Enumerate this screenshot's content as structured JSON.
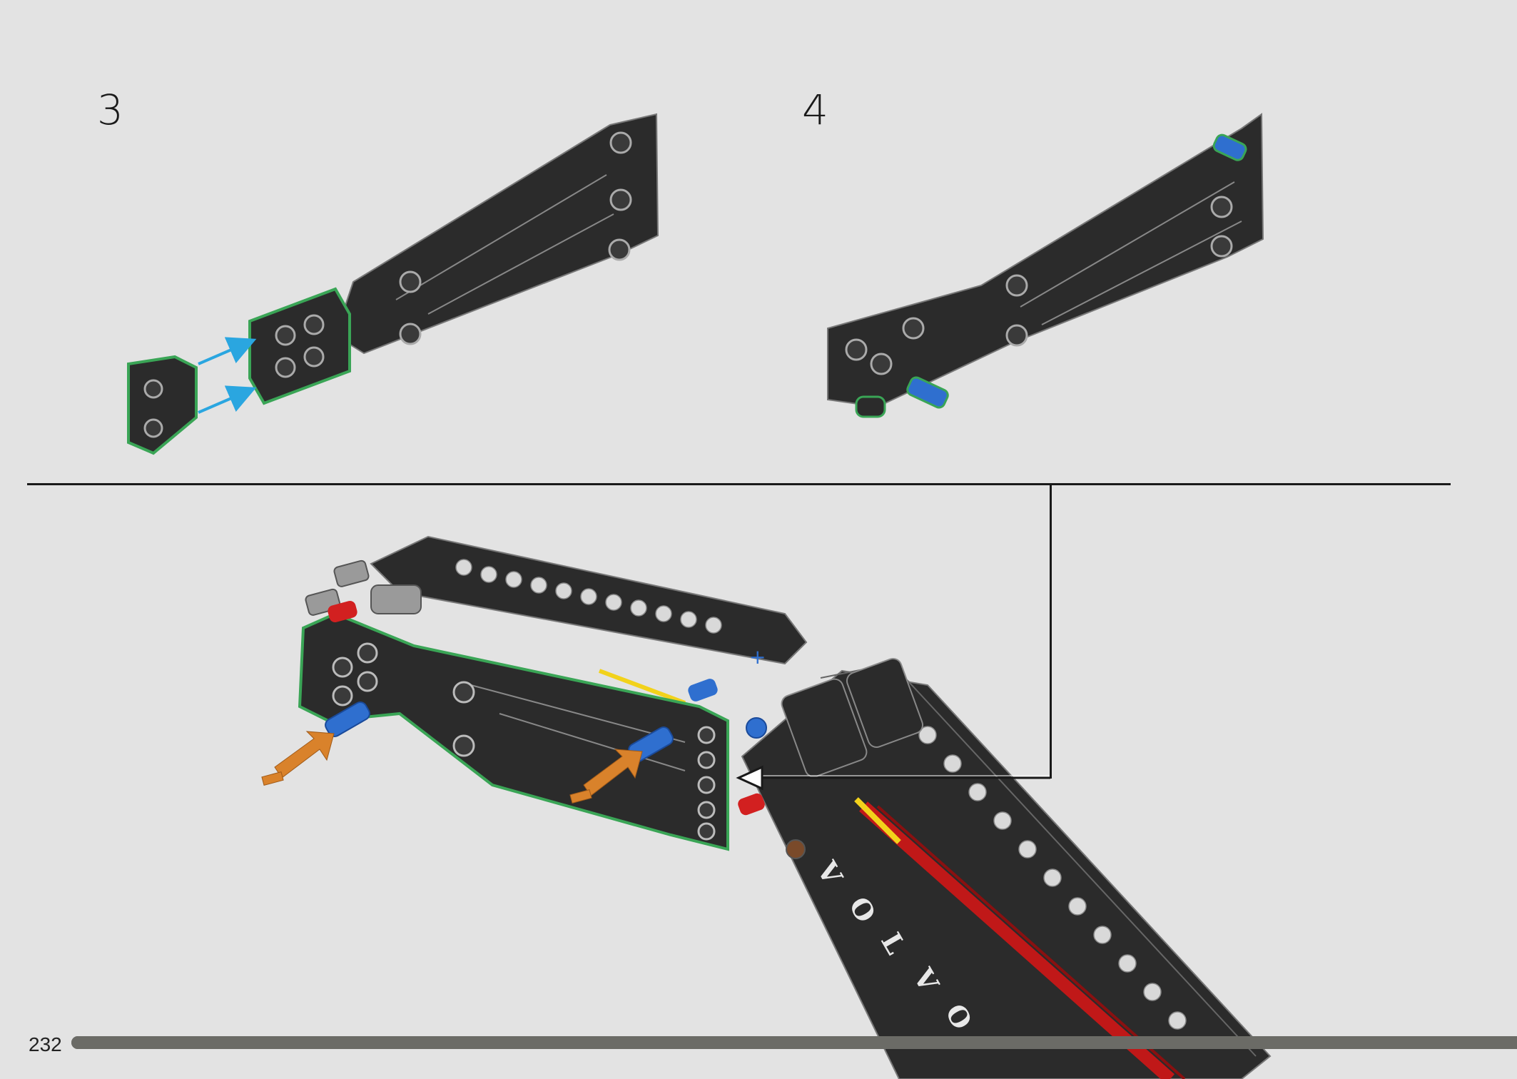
{
  "steps": [
    {
      "number": "3"
    },
    {
      "number": "4"
    }
  ],
  "footer": {
    "page_number": "232",
    "progress": 1.0
  },
  "decal": {
    "letters": [
      "V",
      "O",
      "L",
      "V",
      "O"
    ]
  },
  "colors": {
    "background": "#e3e3e3",
    "beam_black": "#2b2b2b",
    "highlight_green": "#3aa556",
    "arrow_cyan": "#2aa6e0",
    "arrow_orange": "#d9822b",
    "pin_blue": "#2f6fcf",
    "pin_red": "#d22020",
    "hose_red": "#c01818",
    "hose_yellow": "#f2d21b",
    "pin_grey": "#9a9a9a"
  }
}
